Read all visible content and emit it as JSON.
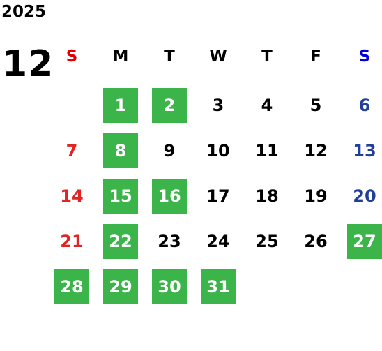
{
  "year": "2025",
  "month": "12",
  "weekdays": [
    "S",
    "M",
    "T",
    "W",
    "T",
    "F",
    "S"
  ],
  "colors": {
    "sunday_header": "#e00000",
    "saturday_header": "#0000dd",
    "sunday_date": "#e02424",
    "saturday_date": "#1f3f99",
    "highlight": "#3bb54a"
  },
  "start_offset": 1,
  "days_in_month": 31,
  "highlighted_days": [
    1,
    2,
    8,
    15,
    16,
    22,
    27,
    28,
    29,
    30,
    31
  ],
  "days": [
    {
      "label": "1"
    },
    {
      "label": "2"
    },
    {
      "label": "3"
    },
    {
      "label": "4"
    },
    {
      "label": "5"
    },
    {
      "label": "6"
    },
    {
      "label": "7"
    },
    {
      "label": "8"
    },
    {
      "label": "9"
    },
    {
      "label": "10"
    },
    {
      "label": "11"
    },
    {
      "label": "12"
    },
    {
      "label": "13"
    },
    {
      "label": "14"
    },
    {
      "label": "15"
    },
    {
      "label": "16"
    },
    {
      "label": "17"
    },
    {
      "label": "18"
    },
    {
      "label": "19"
    },
    {
      "label": "20"
    },
    {
      "label": "21"
    },
    {
      "label": "22"
    },
    {
      "label": "23"
    },
    {
      "label": "24"
    },
    {
      "label": "25"
    },
    {
      "label": "26"
    },
    {
      "label": "27"
    },
    {
      "label": "28"
    },
    {
      "label": "29"
    },
    {
      "label": "30"
    },
    {
      "label": "31"
    }
  ]
}
